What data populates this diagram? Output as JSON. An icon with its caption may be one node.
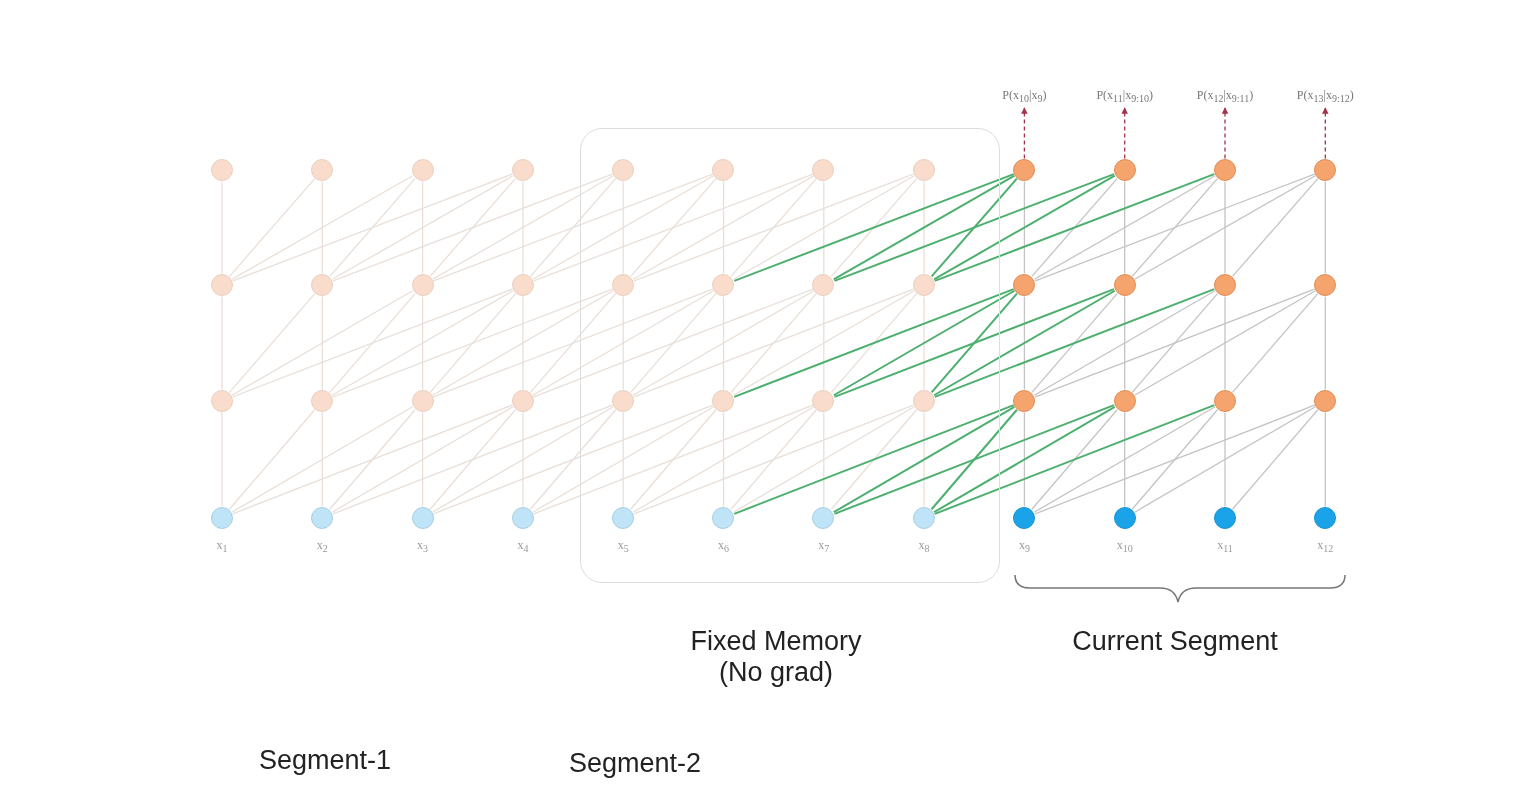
{
  "diagram": {
    "nodes": [
      {
        "text": [
          "P(x$_{10}$|x$_{9}$)"
        ]
      },
      {
        "text": [
          "P(x$_{11}$|x$_{9:10}$)"
        ]
      },
      {
        "text": [
          "P(x$_{12}$|x$_{9:11}$)"
        ]
      },
      {
        "text": [
          "P(x$_{13}$|x$_{9:12}$)"
        ]
      },
      {
        "text": [],
        "shape": "box"
      },
      {
        "text": [],
        "shape": "circle"
      },
      {
        "text": [],
        "shape": "circle"
      },
      {
        "text": [],
        "shape": "circle"
      },
      {
        "text": [],
        "shape": "circle"
      },
      {
        "text": [],
        "shape": "circle",
        "in": 4
      },
      {
        "text": [],
        "shape": "circle",
        "in": 4
      },
      {
        "text": [],
        "shape": "circle",
        "in": 4
      },
      {
        "text": [],
        "shape": "circle",
        "in": 4
      },
      {
        "text": [],
        "shape": "circle"
      },
      {
        "text": [],
        "shape": "circle"
      },
      {
        "text": [],
        "shape": "circle"
      },
      {
        "text": [],
        "shape": "circle"
      },
      {
        "text": [],
        "shape": "circle"
      },
      {
        "text": [],
        "shape": "circle"
      },
      {
        "text": [],
        "shape": "circle"
      },
      {
        "text": [],
        "shape": "circle"
      },
      {
        "text": [],
        "shape": "circle",
        "in": 4
      },
      {
        "text": [],
        "shape": "circle",
        "in": 4
      },
      {
        "text": [],
        "shape": "circle",
        "in": 4
      },
      {
        "text": [],
        "shape": "circle",
        "in": 4
      },
      {
        "text": [],
        "shape": "circle"
      },
      {
        "text": [],
        "shape": "circle"
      },
      {
        "text": [],
        "shape": "circle"
      },
      {
        "text": [],
        "shape": "circle"
      },
      {
        "text": [],
        "shape": "circle"
      },
      {
        "text": [],
        "shape": "circle"
      },
      {
        "text": [],
        "shape": "circle"
      },
      {
        "text": [],
        "shape": "circle"
      },
      {
        "text": [],
        "shape": "circle",
        "in": 4
      },
      {
        "text": [],
        "shape": "circle",
        "in": 4
      },
      {
        "text": [],
        "shape": "circle",
        "in": 4
      },
      {
        "text": [],
        "shape": "circle",
        "in": 4
      },
      {
        "text": [],
        "shape": "circle"
      },
      {
        "text": [],
        "shape": "circle"
      },
      {
        "text": [],
        "shape": "circle"
      },
      {
        "text": [],
        "shape": "circle"
      },
      {
        "text": [],
        "shape": "circle",
        "beside": [
          "x$_{1}$"
        ]
      },
      {
        "text": [],
        "shape": "circle",
        "beside": [
          "x$_{2}$"
        ]
      },
      {
        "text": [],
        "shape": "circle",
        "beside": [
          "x$_{3}$"
        ]
      },
      {
        "text": [],
        "shape": "circle",
        "beside": [
          "x$_{4}$"
        ]
      },
      {
        "text": [],
        "shape": "circle",
        "in": 4,
        "beside": [
          "x$_{5}$"
        ]
      },
      {
        "text": [],
        "shape": "circle",
        "in": 4,
        "beside": [
          "x$_{6}$"
        ]
      },
      {
        "text": [],
        "shape": "circle",
        "in": 4,
        "beside": [
          "x$_{7}$"
        ]
      },
      {
        "text": [],
        "shape": "circle",
        "in": 4,
        "beside": [
          "x$_{8}$"
        ]
      },
      {
        "text": [],
        "shape": "circle",
        "beside": [
          "x$_{9}$"
        ]
      },
      {
        "text": [],
        "shape": "circle",
        "beside": [
          "x$_{10}$"
        ]
      },
      {
        "text": [],
        "shape": "circle",
        "beside": [
          "x$_{11}$"
        ]
      },
      {
        "text": [],
        "shape": "circle",
        "beside": [
          "x$_{12}$"
        ]
      }
    ],
    "edges": [
      {
        "from": 13,
        "to": 0,
        "arrow": "to",
        "style": "dashed",
        "color": "#a3324a"
      },
      {
        "from": 14,
        "to": 1,
        "arrow": "to",
        "style": "dashed",
        "color": "#a3324a"
      },
      {
        "from": 15,
        "to": 2,
        "arrow": "to",
        "style": "dashed",
        "color": "#a3324a"
      },
      {
        "from": 16,
        "to": 3,
        "arrow": "to",
        "style": "dashed",
        "color": "#a3324a"
      },
      {
        "from": 17,
        "to": 5,
        "arrow": "none"
      },
      {
        "from": 18,
        "to": 6,
        "arrow": "none"
      },
      {
        "from": 17,
        "to": 6,
        "arrow": "none"
      },
      {
        "from": 19,
        "to": 7,
        "arrow": "none"
      },
      {
        "from": 18,
        "to": 7,
        "arrow": "none"
      },
      {
        "from": 17,
        "to": 7,
        "arrow": "none"
      },
      {
        "from": 20,
        "to": 8,
        "arrow": "none"
      },
      {
        "from": 19,
        "to": 8,
        "arrow": "none"
      },
      {
        "from": 18,
        "to": 8,
        "arrow": "none"
      },
      {
        "from": 17,
        "to": 8,
        "arrow": "none"
      },
      {
        "from": 21,
        "to": 9,
        "arrow": "none"
      },
      {
        "from": 20,
        "to": 9,
        "arrow": "none"
      },
      {
        "from": 19,
        "to": 9,
        "arrow": "none"
      },
      {
        "from": 18,
        "to": 9,
        "arrow": "none"
      },
      {
        "from": 22,
        "to": 10,
        "arrow": "none"
      },
      {
        "from": 21,
        "to": 10,
        "arrow": "none"
      },
      {
        "from": 20,
        "to": 10,
        "arrow": "none"
      },
      {
        "from": 19,
        "to": 10,
        "arrow": "none"
      },
      {
        "from": 23,
        "to": 11,
        "arrow": "none"
      },
      {
        "from": 22,
        "to": 11,
        "arrow": "none"
      },
      {
        "from": 21,
        "to": 11,
        "arrow": "none"
      },
      {
        "from": 20,
        "to": 11,
        "arrow": "none"
      },
      {
        "from": 24,
        "to": 12,
        "arrow": "none"
      },
      {
        "from": 23,
        "to": 12,
        "arrow": "none"
      },
      {
        "from": 22,
        "to": 12,
        "arrow": "none"
      },
      {
        "from": 21,
        "to": 12,
        "arrow": "none"
      },
      {
        "from": 25,
        "to": 13,
        "arrow": "none",
        "color": "#c4c4c4"
      },
      {
        "from": 24,
        "to": 13,
        "arrow": "none",
        "color": "#4caf6e"
      },
      {
        "from": 23,
        "to": 13,
        "arrow": "none",
        "color": "#4caf6e"
      },
      {
        "from": 22,
        "to": 13,
        "arrow": "none",
        "color": "#4caf6e"
      },
      {
        "from": 26,
        "to": 14,
        "arrow": "none",
        "color": "#c4c4c4"
      },
      {
        "from": 25,
        "to": 14,
        "arrow": "none",
        "color": "#c4c4c4"
      },
      {
        "from": 24,
        "to": 14,
        "arrow": "none",
        "color": "#4caf6e"
      },
      {
        "from": 23,
        "to": 14,
        "arrow": "none",
        "color": "#4caf6e"
      },
      {
        "from": 27,
        "to": 15,
        "arrow": "none",
        "color": "#c4c4c4"
      },
      {
        "from": 26,
        "to": 15,
        "arrow": "none",
        "color": "#c4c4c4"
      },
      {
        "from": 25,
        "to": 15,
        "arrow": "none",
        "color": "#c4c4c4"
      },
      {
        "from": 24,
        "to": 15,
        "arrow": "none",
        "color": "#4caf6e"
      },
      {
        "from": 28,
        "to": 16,
        "arrow": "none",
        "color": "#c4c4c4"
      },
      {
        "from": 27,
        "to": 16,
        "arrow": "none",
        "color": "#c4c4c4"
      },
      {
        "from": 26,
        "to": 16,
        "arrow": "none",
        "color": "#c4c4c4"
      },
      {
        "from": 25,
        "to": 16,
        "arrow": "none",
        "color": "#c4c4c4"
      },
      {
        "from": 29,
        "to": 17,
        "arrow": "none"
      },
      {
        "from": 30,
        "to": 18,
        "arrow": "none"
      },
      {
        "from": 29,
        "to": 18,
        "arrow": "none"
      },
      {
        "from": 31,
        "to": 19,
        "arrow": "none"
      },
      {
        "from": 30,
        "to": 19,
        "arrow": "none"
      },
      {
        "from": 29,
        "to": 19,
        "arrow": "none"
      },
      {
        "from": 32,
        "to": 20,
        "arrow": "none"
      },
      {
        "from": 31,
        "to": 20,
        "arrow": "none"
      },
      {
        "from": 30,
        "to": 20,
        "arrow": "none"
      },
      {
        "from": 29,
        "to": 20,
        "arrow": "none"
      },
      {
        "from": 33,
        "to": 21,
        "arrow": "none"
      },
      {
        "from": 32,
        "to": 21,
        "arrow": "none"
      },
      {
        "from": 31,
        "to": 21,
        "arrow": "none"
      },
      {
        "from": 30,
        "to": 21,
        "arrow": "none"
      },
      {
        "from": 34,
        "to": 22,
        "arrow": "none"
      },
      {
        "from": 33,
        "to": 22,
        "arrow": "none"
      },
      {
        "from": 32,
        "to": 22,
        "arrow": "none"
      },
      {
        "from": 31,
        "to": 22,
        "arrow": "none"
      },
      {
        "from": 35,
        "to": 23,
        "arrow": "none"
      },
      {
        "from": 34,
        "to": 23,
        "arrow": "none"
      },
      {
        "from": 33,
        "to": 23,
        "arrow": "none"
      },
      {
        "from": 32,
        "to": 23,
        "arrow": "none"
      },
      {
        "from": 36,
        "to": 24,
        "arrow": "none"
      },
      {
        "from": 35,
        "to": 24,
        "arrow": "none"
      },
      {
        "from": 34,
        "to": 24,
        "arrow": "none"
      },
      {
        "from": 33,
        "to": 24,
        "arrow": "none"
      },
      {
        "from": 37,
        "to": 25,
        "arrow": "none",
        "color": "#c4c4c4"
      },
      {
        "from": 36,
        "to": 25,
        "arrow": "none",
        "color": "#4caf6e"
      },
      {
        "from": 35,
        "to": 25,
        "arrow": "none",
        "color": "#4caf6e"
      },
      {
        "from": 34,
        "to": 25,
        "arrow": "none",
        "color": "#4caf6e"
      },
      {
        "from": 38,
        "to": 26,
        "arrow": "none",
        "color": "#c4c4c4"
      },
      {
        "from": 37,
        "to": 26,
        "arrow": "none",
        "color": "#c4c4c4"
      },
      {
        "from": 36,
        "to": 26,
        "arrow": "none",
        "color": "#4caf6e"
      },
      {
        "from": 35,
        "to": 26,
        "arrow": "none",
        "color": "#4caf6e"
      },
      {
        "from": 39,
        "to": 27,
        "arrow": "none",
        "color": "#c4c4c4"
      },
      {
        "from": 38,
        "to": 27,
        "arrow": "none",
        "color": "#c4c4c4"
      },
      {
        "from": 37,
        "to": 27,
        "arrow": "none",
        "color": "#c4c4c4"
      },
      {
        "from": 36,
        "to": 27,
        "arrow": "none",
        "color": "#4caf6e"
      },
      {
        "from": 40,
        "to": 28,
        "arrow": "none",
        "color": "#c4c4c4"
      },
      {
        "from": 39,
        "to": 28,
        "arrow": "none",
        "color": "#c4c4c4"
      },
      {
        "from": 38,
        "to": 28,
        "arrow": "none",
        "color": "#c4c4c4"
      },
      {
        "from": 37,
        "to": 28,
        "arrow": "none",
        "color": "#c4c4c4"
      },
      {
        "from": 41,
        "to": 29,
        "arrow": "none"
      },
      {
        "from": 42,
        "to": 30,
        "arrow": "none"
      },
      {
        "from": 41,
        "to": 30,
        "arrow": "none"
      },
      {
        "from": 43,
        "to": 31,
        "arrow": "none"
      },
      {
        "from": 42,
        "to": 31,
        "arrow": "none"
      },
      {
        "from": 41,
        "to": 31,
        "arrow": "none"
      },
      {
        "from": 44,
        "to": 32,
        "arrow": "none"
      },
      {
        "from": 43,
        "to": 32,
        "arrow": "none"
      },
      {
        "from": 42,
        "to": 32,
        "arrow": "none"
      },
      {
        "from": 41,
        "to": 32,
        "arrow": "none"
      },
      {
        "from": 45,
        "to": 33,
        "arrow": "none"
      },
      {
        "from": 44,
        "to": 33,
        "arrow": "none"
      },
      {
        "from": 43,
        "to": 33,
        "arrow": "none"
      },
      {
        "from": 42,
        "to": 33,
        "arrow": "none"
      },
      {
        "from": 46,
        "to": 34,
        "arrow": "none"
      },
      {
        "from": 45,
        "to": 34,
        "arrow": "none"
      },
      {
        "from": 44,
        "to": 34,
        "arrow": "none"
      },
      {
        "from": 43,
        "to": 34,
        "arrow": "none"
      },
      {
        "from": 47,
        "to": 35,
        "arrow": "none"
      },
      {
        "from": 46,
        "to": 35,
        "arrow": "none"
      },
      {
        "from": 45,
        "to": 35,
        "arrow": "none"
      },
      {
        "from": 44,
        "to": 35,
        "arrow": "none"
      },
      {
        "from": 48,
        "to": 36,
        "arrow": "none"
      },
      {
        "from": 47,
        "to": 36,
        "arrow": "none"
      },
      {
        "from": 46,
        "to": 36,
        "arrow": "none"
      },
      {
        "from": 45,
        "to": 36,
        "arrow": "none"
      },
      {
        "from": 49,
        "to": 37,
        "arrow": "none",
        "color": "#c4c4c4"
      },
      {
        "from": 48,
        "to": 37,
        "arrow": "none",
        "color": "#4caf6e"
      },
      {
        "from": 47,
        "to": 37,
        "arrow": "none",
        "color": "#4caf6e"
      },
      {
        "from": 46,
        "to": 37,
        "arrow": "none",
        "color": "#4caf6e"
      },
      {
        "from": 50,
        "to": 38,
        "arrow": "none",
        "color": "#c4c4c4"
      },
      {
        "from": 49,
        "to": 38,
        "arrow": "none",
        "color": "#c4c4c4"
      },
      {
        "from": 48,
        "to": 38,
        "arrow": "none",
        "color": "#4caf6e"
      },
      {
        "from": 47,
        "to": 38,
        "arrow": "none",
        "color": "#4caf6e"
      },
      {
        "from": 51,
        "to": 39,
        "arrow": "none",
        "color": "#c4c4c4"
      },
      {
        "from": 50,
        "to": 39,
        "arrow": "none",
        "color": "#c4c4c4"
      },
      {
        "from": 49,
        "to": 39,
        "arrow": "none",
        "color": "#c4c4c4"
      },
      {
        "from": 48,
        "to": 39,
        "arrow": "none",
        "color": "#4caf6e"
      },
      {
        "from": 52,
        "to": 40,
        "arrow": "none",
        "color": "#c4c4c4"
      },
      {
        "from": 51,
        "to": 40,
        "arrow": "none",
        "color": "#c4c4c4"
      },
      {
        "from": 50,
        "to": 40,
        "arrow": "none",
        "color": "#c4c4c4"
      },
      {
        "from": 49,
        "to": 40,
        "arrow": "none",
        "color": "#c4c4c4"
      }
    ],
    "labels": [
      "Fixed Memory (No grad)",
      "Current Segment",
      "Segment-1",
      "Segment-2"
    ]
  }
}
